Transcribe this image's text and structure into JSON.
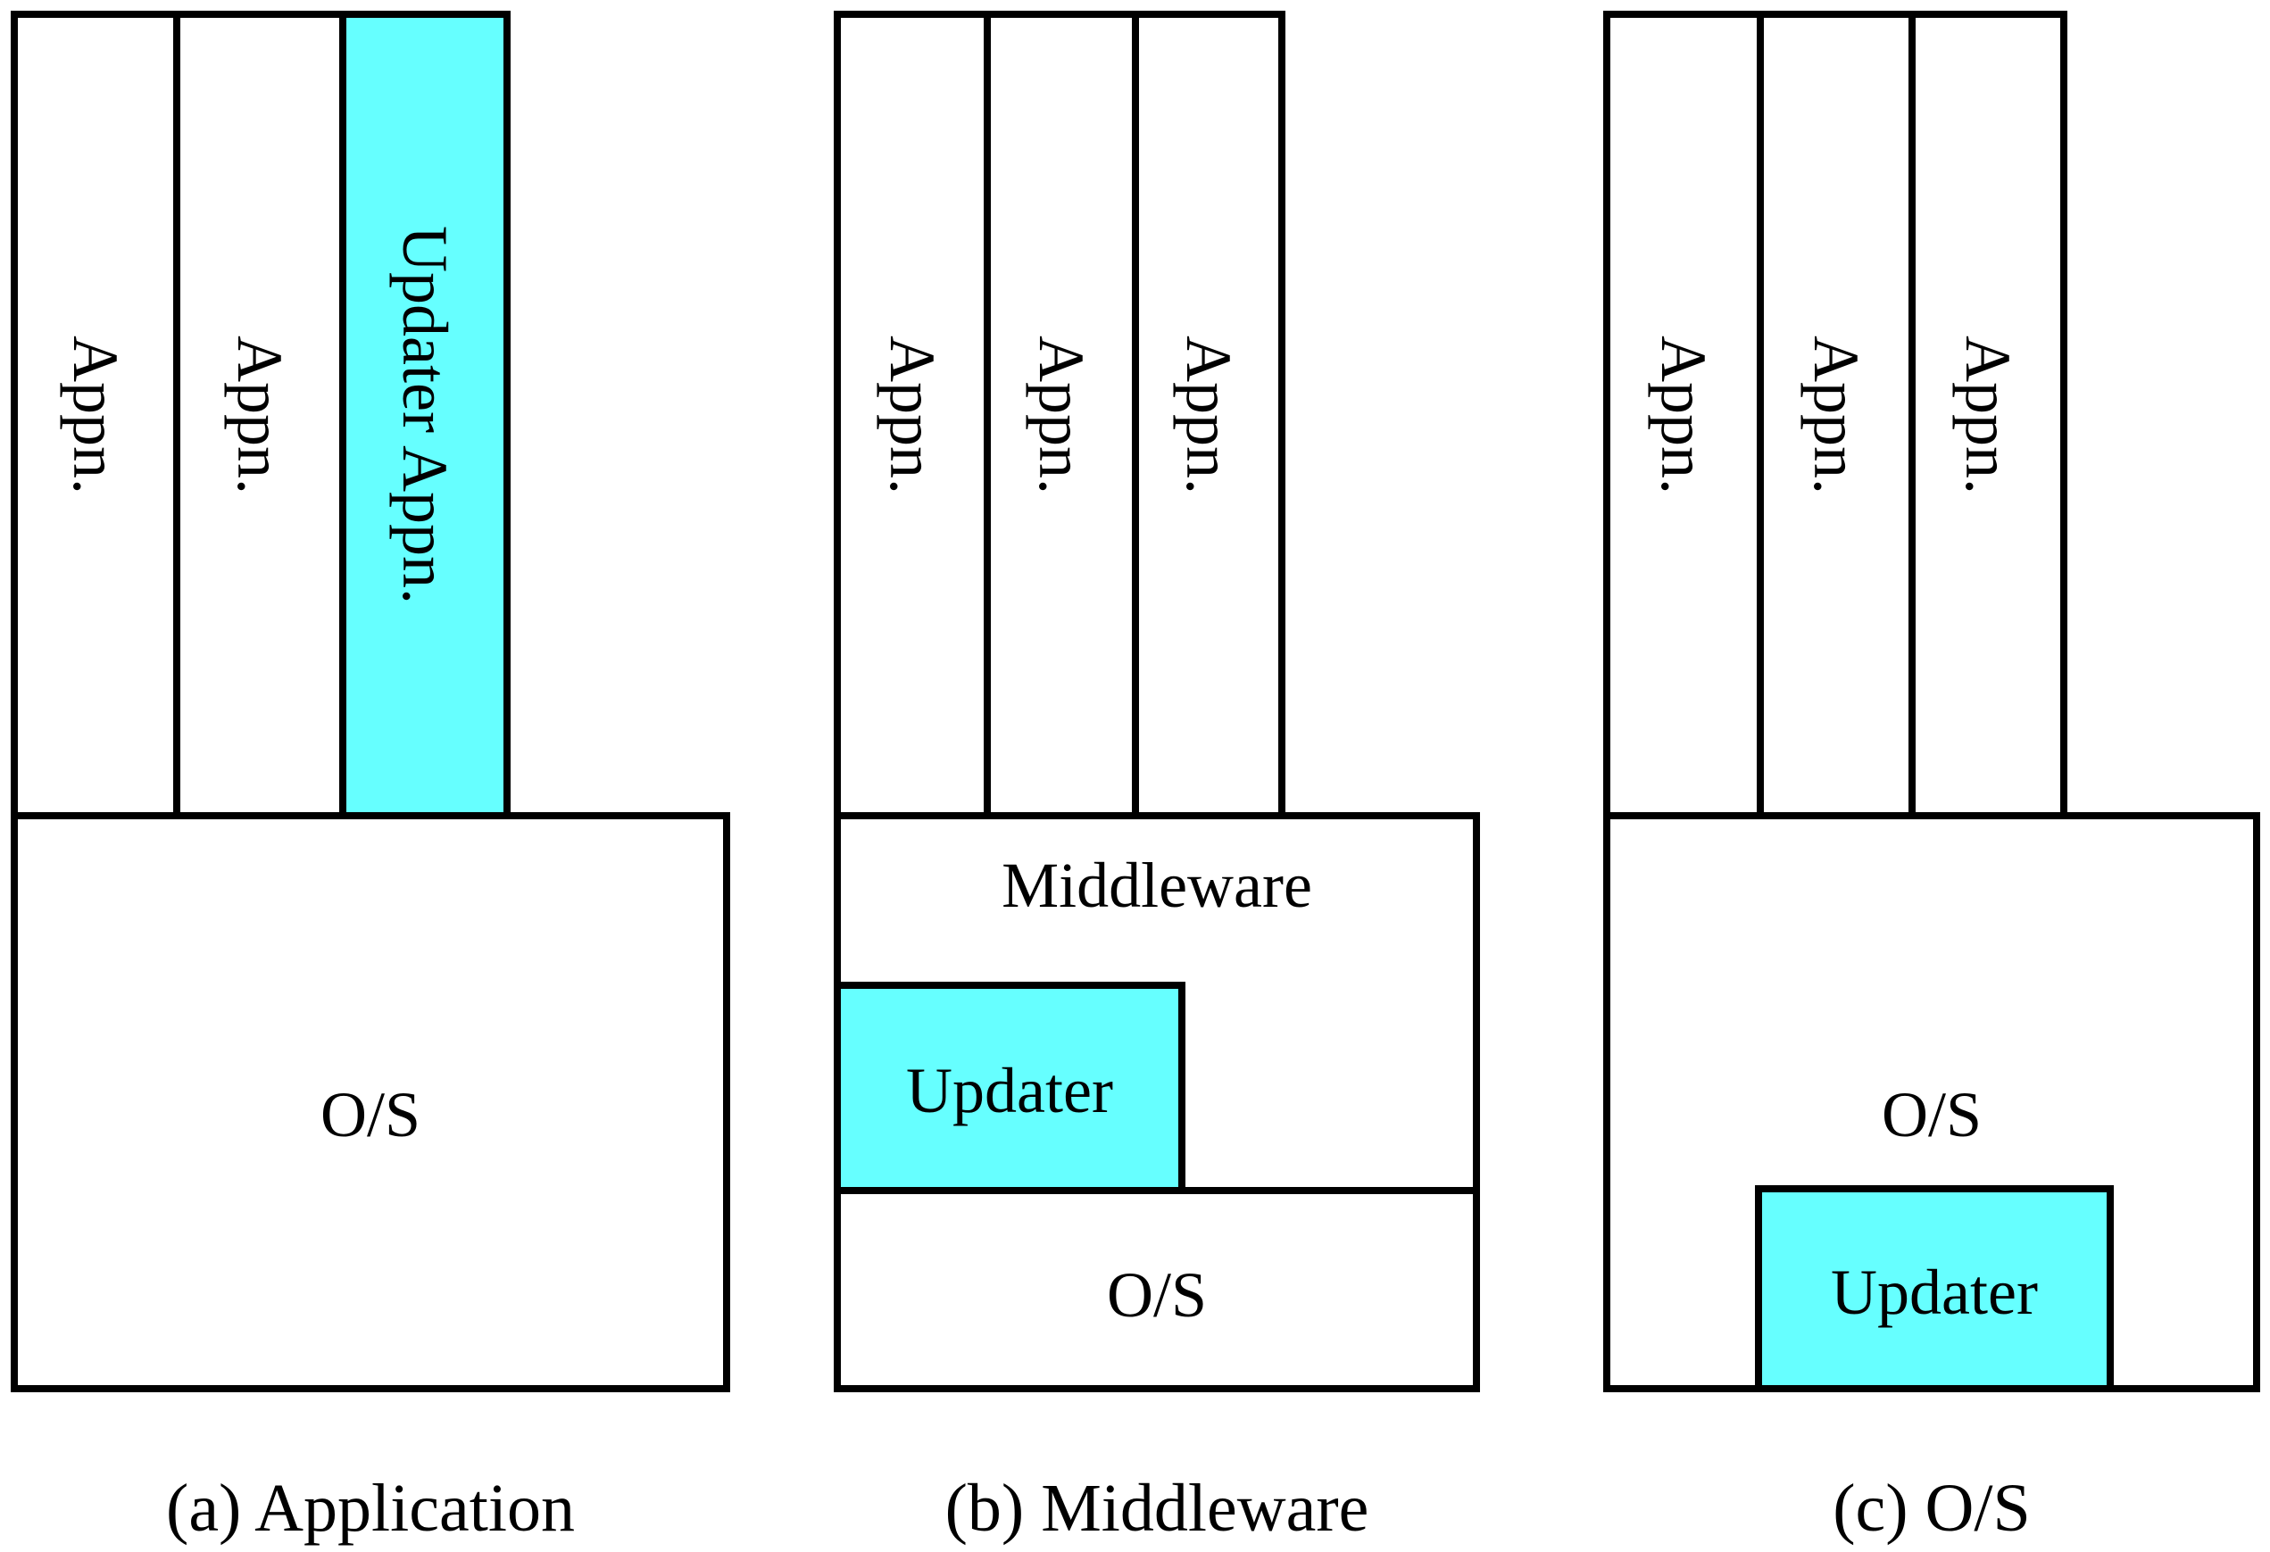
{
  "colors": {
    "highlight": "#66ffff",
    "stroke": "#000000",
    "background": "#ffffff"
  },
  "panels": [
    {
      "caption": "(a) Application",
      "apps": [
        "Appn.",
        "Appn.",
        "Updater Appn."
      ],
      "os_label": "O/S"
    },
    {
      "caption": "(b) Middleware",
      "apps": [
        "Appn.",
        "Appn.",
        "Appn."
      ],
      "middleware_label": "Middleware",
      "updater_label": "Updater",
      "os_label": "O/S"
    },
    {
      "caption": "(c) O/S",
      "apps": [
        "Appn.",
        "Appn.",
        "Appn."
      ],
      "os_label": "O/S",
      "updater_label": "Updater"
    }
  ]
}
